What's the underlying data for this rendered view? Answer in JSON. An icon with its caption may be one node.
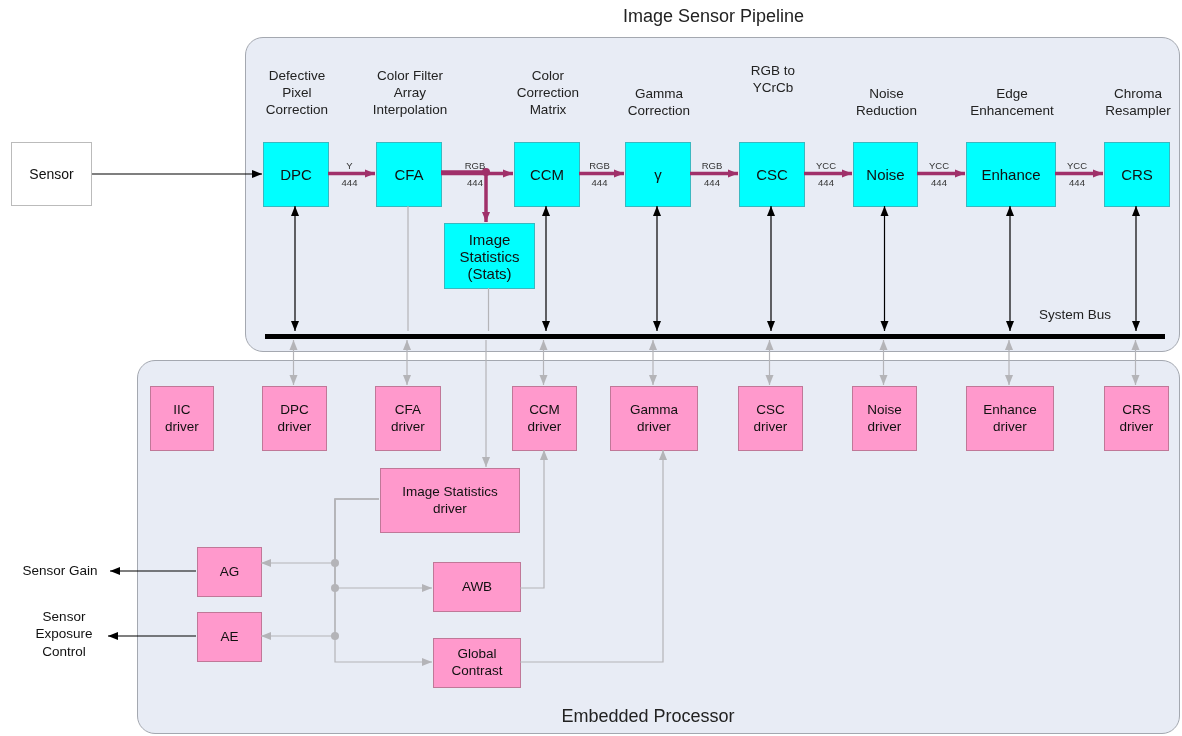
{
  "diagram": {
    "nodes": [
      {
        "text": [
          "Image Sensor Pipeline"
        ]
      },
      {
        "text": [
          "Sensor"
        ]
      },
      {
        "text": [
          "Defective Pixel Correction",
          "DPC"
        ],
        "in": 0
      },
      {
        "text": [
          "Color Filter Array Interpolation",
          "CFA"
        ],
        "in": 0
      },
      {
        "text": [
          "Color Correction Matrix",
          "CCM"
        ],
        "in": 0
      },
      {
        "text": [
          "Gamma Correction",
          "γ"
        ],
        "in": 0
      },
      {
        "text": [
          "RGB to YCrCb",
          "CSC"
        ],
        "in": 0
      },
      {
        "text": [
          "Noise Reduction",
          "Noise"
        ],
        "in": 0
      },
      {
        "text": [
          "Edge Enhancement",
          "Enhance"
        ],
        "in": 0
      },
      {
        "text": [
          "Chroma Resampler",
          "CRS"
        ],
        "in": 0
      },
      {
        "text": [
          "Image Statistics (Stats)"
        ],
        "in": 0
      },
      {
        "text": [
          "System Bus"
        ],
        "in": 0
      },
      {
        "text": [
          "Embedded Processor"
        ]
      },
      {
        "text": [
          "IIC driver"
        ],
        "in": 12
      },
      {
        "text": [
          "DPC driver"
        ],
        "in": 12
      },
      {
        "text": [
          "CFA driver"
        ],
        "in": 12
      },
      {
        "text": [
          "CCM driver"
        ],
        "in": 12
      },
      {
        "text": [
          "Gamma driver"
        ],
        "in": 12
      },
      {
        "text": [
          "CSC driver"
        ],
        "in": 12
      },
      {
        "text": [
          "Noise driver"
        ],
        "in": 12
      },
      {
        "text": [
          "Enhance driver"
        ],
        "in": 12
      },
      {
        "text": [
          "CRS driver"
        ],
        "in": 12
      },
      {
        "text": [
          "Image Statistics driver"
        ],
        "in": 12
      },
      {
        "text": [
          "AG"
        ],
        "in": 12
      },
      {
        "text": [
          "AWB"
        ],
        "in": 12
      },
      {
        "text": [
          "AE"
        ],
        "in": 12
      },
      {
        "text": [
          "Global Contrast"
        ],
        "in": 12
      },
      {
        "text": [
          "Sensor Gain"
        ]
      },
      {
        "text": [
          "Sensor Exposure Control"
        ]
      }
    ],
    "edges": [
      {
        "from": 1,
        "to": 2,
        "arrow": "to",
        "color": "#000000"
      },
      {
        "from": 2,
        "to": 3,
        "arrow": "to",
        "label": "Y 444",
        "style": "thick",
        "color": "#a0306a"
      },
      {
        "from": 3,
        "to": 4,
        "arrow": "to",
        "label": "RGB 444",
        "style": "thick",
        "color": "#a0306a"
      },
      {
        "from": 3,
        "to": 10,
        "arrow": "to",
        "style": "thick",
        "color": "#a0306a"
      },
      {
        "from": 4,
        "to": 5,
        "arrow": "to",
        "label": "RGB 444",
        "style": "thick",
        "color": "#a0306a"
      },
      {
        "from": 5,
        "to": 6,
        "arrow": "to",
        "label": "RGB 444",
        "style": "thick",
        "color": "#a0306a"
      },
      {
        "from": 6,
        "to": 7,
        "arrow": "to",
        "label": "YCC 444",
        "style": "thick",
        "color": "#a0306a"
      },
      {
        "from": 7,
        "to": 8,
        "arrow": "to",
        "label": "YCC 444",
        "style": "thick",
        "color": "#a0306a"
      },
      {
        "from": 8,
        "to": 9,
        "arrow": "to",
        "label": "YCC 444",
        "style": "thick",
        "color": "#a0306a"
      },
      {
        "from": 2,
        "to": 11,
        "arrow": "both",
        "color": "#000000"
      },
      {
        "from": 3,
        "to": 11,
        "arrow": "none"
      },
      {
        "from": 10,
        "to": 11,
        "arrow": "none"
      },
      {
        "from": 4,
        "to": 11,
        "arrow": "both",
        "color": "#000000"
      },
      {
        "from": 5,
        "to": 11,
        "arrow": "both",
        "color": "#000000"
      },
      {
        "from": 6,
        "to": 11,
        "arrow": "both",
        "color": "#000000"
      },
      {
        "from": 7,
        "to": 11,
        "arrow": "both",
        "color": "#000000"
      },
      {
        "from": 8,
        "to": 11,
        "arrow": "both",
        "color": "#000000"
      },
      {
        "from": 9,
        "to": 11,
        "arrow": "both",
        "color": "#000000"
      },
      {
        "from": 11,
        "to": 14,
        "arrow": "both"
      },
      {
        "from": 11,
        "to": 15,
        "arrow": "both"
      },
      {
        "from": 11,
        "to": 22,
        "arrow": "to"
      },
      {
        "from": 11,
        "to": 16,
        "arrow": "both"
      },
      {
        "from": 11,
        "to": 17,
        "arrow": "both"
      },
      {
        "from": 11,
        "to": 18,
        "arrow": "both"
      },
      {
        "from": 11,
        "to": 19,
        "arrow": "both"
      },
      {
        "from": 11,
        "to": 20,
        "arrow": "both"
      },
      {
        "from": 11,
        "to": 21,
        "arrow": "both"
      },
      {
        "from": 22,
        "to": 23,
        "arrow": "to"
      },
      {
        "from": 22,
        "to": 24,
        "arrow": "to"
      },
      {
        "from": 22,
        "to": 25,
        "arrow": "to"
      },
      {
        "from": 22,
        "to": 26,
        "arrow": "to"
      },
      {
        "from": 24,
        "to": 16,
        "arrow": "to"
      },
      {
        "from": 26,
        "to": 17,
        "arrow": "to"
      },
      {
        "from": 23,
        "to": 27,
        "arrow": "to",
        "color": "#000000"
      },
      {
        "from": 25,
        "to": 28,
        "arrow": "to",
        "color": "#000000"
      }
    ]
  }
}
